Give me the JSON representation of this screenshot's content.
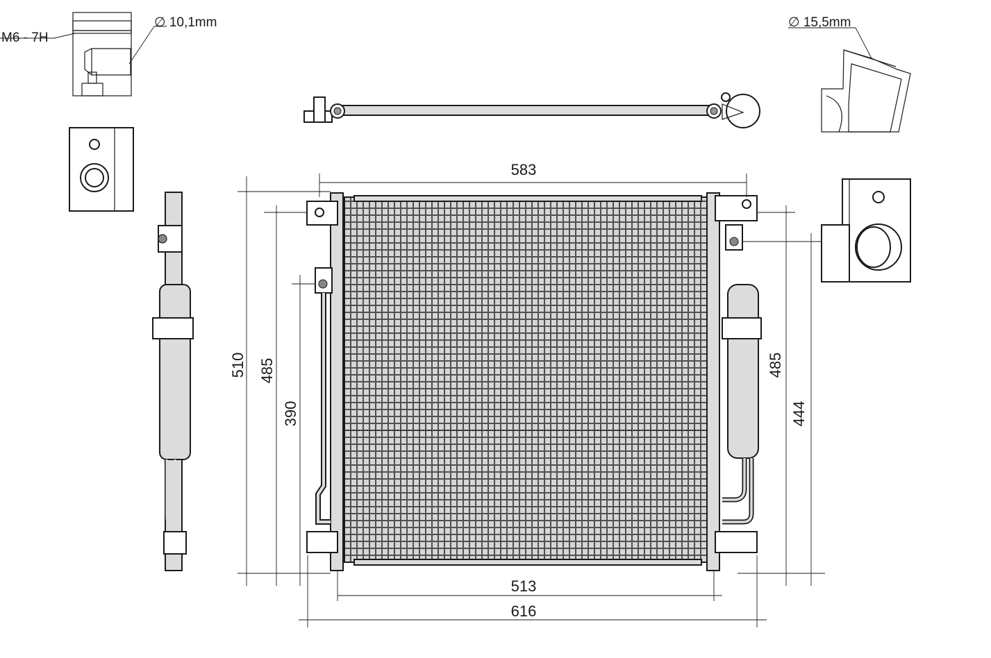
{
  "dimensions": {
    "top_width": "583",
    "core_width": "513",
    "overall_width": "616",
    "left_height_outer": "510",
    "left_height_inner": "485",
    "left_pipe_height": "390",
    "right_drier_height": "485",
    "right_port_height": "444"
  },
  "labels": {
    "thread": "M6 - 7H",
    "left_port_diameter": "∅ 10,1mm",
    "right_port_diameter": "∅ 15,5mm"
  },
  "colors": {
    "line": "#1a1a1a",
    "fill": "#dcdcdc",
    "hatch": "#c9c9c9",
    "background": "#ffffff"
  }
}
